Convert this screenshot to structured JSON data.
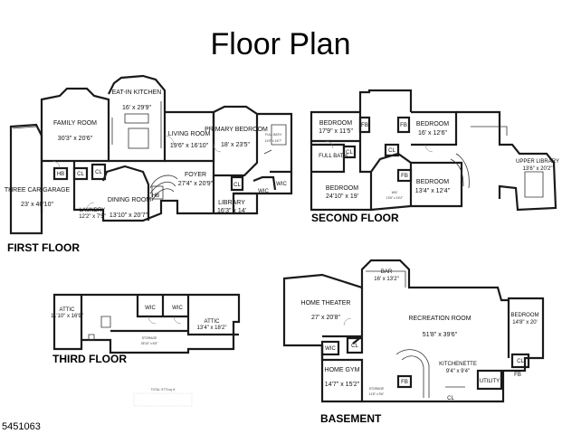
{
  "title": "Floor Plan",
  "listing_id": "5451063",
  "floors": {
    "first": {
      "label": "FIRST FLOOR",
      "rooms": [
        {
          "name": "FAMILY ROOM",
          "dims": "30'3\" x 20'6\""
        },
        {
          "name": "EAT-IN KITCHEN",
          "dims": "16' x 29'9\""
        },
        {
          "name": "LIVING ROOM",
          "dims": "19'6\" x 16'10\""
        },
        {
          "name": "PRIMARY BEDROOM",
          "dims": "18' x 23'5\""
        },
        {
          "name": "FULL BATH",
          "dims": "14'9\" x 16'7\""
        },
        {
          "name": "FOYER",
          "dims": "27'4\" x 20'9\""
        },
        {
          "name": "THREE CAR GARAGE",
          "dims": "23' x 40'10\""
        },
        {
          "name": "DINING ROOM",
          "dims": "13'10\" x 20'7\""
        },
        {
          "name": "LAUNDRY",
          "dims": "12'2\" x 7'5\""
        },
        {
          "name": "LIBRARY",
          "dims": "16'3\" x 14'"
        }
      ],
      "tags": [
        "HB",
        "CL",
        "HB",
        "CL",
        "WIC",
        "WIC",
        "CL"
      ]
    },
    "second": {
      "label": "SECOND FLOOR",
      "rooms": [
        {
          "name": "BEDROOM",
          "dims": "17'9\" x 11'5\""
        },
        {
          "name": "BEDROOM",
          "dims": "16' x 12'6\""
        },
        {
          "name": "FULL BATH",
          "dims": ""
        },
        {
          "name": "BEDROOM",
          "dims": "24'10\" x 19'"
        },
        {
          "name": "WIC",
          "dims": "13'6\" x 15'2\""
        },
        {
          "name": "BEDROOM",
          "dims": "13'4\" x 12'4\""
        },
        {
          "name": "UPPER LIBRARY",
          "dims": "13'6\" x 20'2\""
        }
      ],
      "tags": [
        "FB",
        "CL",
        "FB",
        "CL",
        "FB"
      ]
    },
    "third": {
      "label": "THIRD FLOOR",
      "rooms": [
        {
          "name": "ATTIC",
          "dims": "11'10\" x 16'9\""
        },
        {
          "name": "WIC",
          "dims": ""
        },
        {
          "name": "WIC",
          "dims": ""
        },
        {
          "name": "ATTIC",
          "dims": "13'4\" x 18'2\""
        },
        {
          "name": "STORAGE",
          "dims": "26'10\" x 6'5\""
        }
      ]
    },
    "basement": {
      "label": "BASEMENT",
      "rooms": [
        {
          "name": "BAR",
          "dims": "16' x 13'2\""
        },
        {
          "name": "HOME THEATER",
          "dims": "27' x 20'8\""
        },
        {
          "name": "RECREATION ROOM",
          "dims": "51'8\" x 39'6\""
        },
        {
          "name": "BEDROOM",
          "dims": "14'8\" x 20'"
        },
        {
          "name": "HOME GYM",
          "dims": "14'7\" x 15'2\""
        },
        {
          "name": "KITCHENETTE",
          "dims": "9'4\" x 9'4\""
        },
        {
          "name": "STORAGE",
          "dims": "11'8\" x 9'6\""
        }
      ],
      "tags": [
        "WIC",
        "CL",
        "CL",
        "FB",
        "FB",
        "UTILITY",
        "CL"
      ]
    }
  },
  "totals_note": "TOTAL: 9773 sq. ft"
}
